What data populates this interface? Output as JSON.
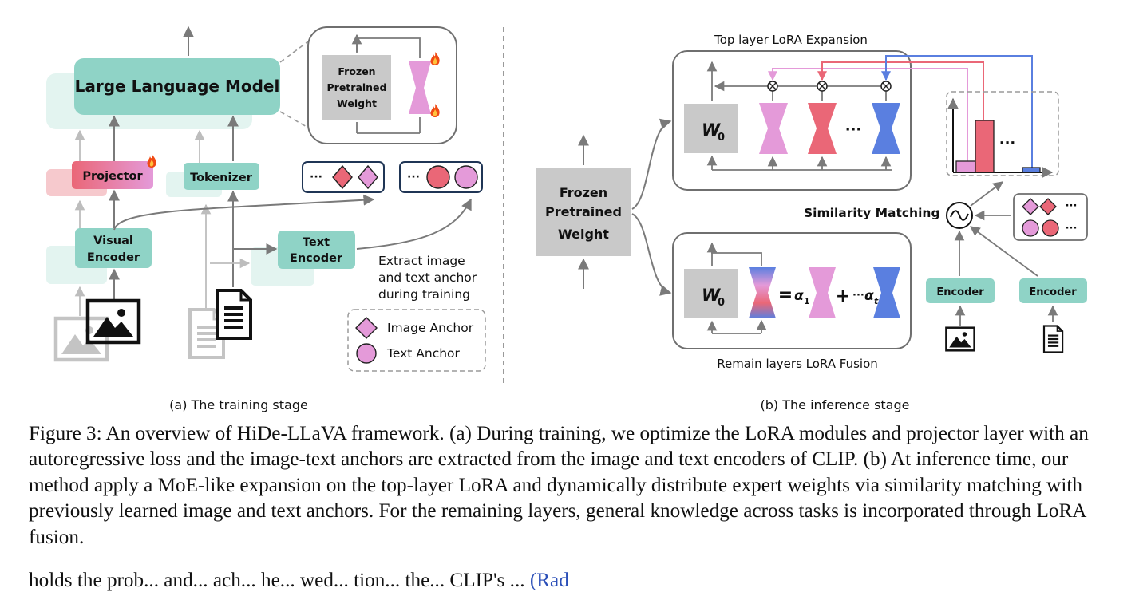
{
  "figure": {
    "training": {
      "llm": "Large Language Model",
      "frozen_box": [
        "Frozen",
        "Pretrained",
        "Weight"
      ],
      "projector": "Projector",
      "tokenizer": "Tokenizer",
      "visual_encoder": [
        "Visual",
        "Encoder"
      ],
      "text_encoder": [
        "Text",
        "Encoder"
      ],
      "note": [
        "Extract image",
        "and text anchor",
        "during training"
      ],
      "legend_image_anchor": "Image Anchor",
      "legend_text_anchor": "Text Anchor",
      "ellipsis": "···",
      "caption": "(a) The training stage"
    },
    "inference": {
      "top_title": "Top layer LoRA Expansion",
      "bottom_title": "Remain layers LoRA Fusion",
      "frozen_box": [
        "Frozen",
        "Pretrained",
        "Weight"
      ],
      "w0": "W",
      "w0_sub": "0",
      "ellipsis": "···",
      "similarity": "Similarity Matching",
      "encoder_left": "Encoder",
      "encoder_right": "Encoder",
      "eq": "=",
      "alpha": "α",
      "alpha1_sub": "1",
      "plus": "+",
      "alphat_sub": "t",
      "caption": "(b) The inference stage"
    },
    "colors": {
      "teal": "#8fd3c6",
      "teal_light": "#dff2ee",
      "pink": "#e49ad9",
      "red": "#ea6777",
      "blue": "#5a7fe0",
      "gray": "#c9c9c9"
    }
  },
  "caption": {
    "text": "Figure 3: An overview of HiDe-LLaVA framework. (a) During training, we optimize the LoRA modules and projector layer with an autoregressive loss and the image-text anchors are extracted from the image and text encoders of CLIP. (b) At inference time, our method apply a MoE-like expansion on the top-layer LoRA and dynamically distribute expert weights via similarity matching with previously learned image and text anchors. For the remaining layers, general knowledge across tasks is incorporated through LoRA fusion."
  },
  "body_tail": {
    "text": "holds the prob... and... ach... he... wed... tion... the... CLIP's ... ",
    "cite": "(Rad"
  }
}
